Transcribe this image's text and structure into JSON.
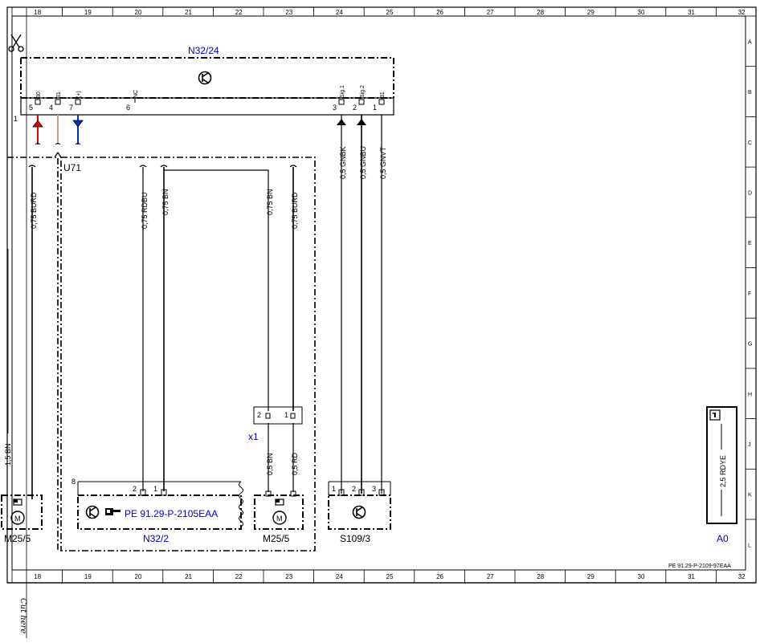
{
  "frame": {
    "columns_top": [
      "18",
      "19",
      "20",
      "21",
      "22",
      "23",
      "24",
      "25",
      "26",
      "27",
      "28",
      "29",
      "30",
      "31",
      "32"
    ],
    "columns_bottom": [
      "18",
      "19",
      "20",
      "21",
      "22",
      "23",
      "24",
      "25",
      "26",
      "27",
      "28",
      "29",
      "30",
      "31",
      "32"
    ],
    "rows": [
      "A",
      "B",
      "C",
      "D",
      "E",
      "F",
      "G",
      "H",
      "J",
      "K",
      "L"
    ],
    "sheet_ref": "PE 91.29-P-2109-97EAA",
    "cut_here": "Cut here"
  },
  "components": {
    "n32_24": {
      "label": "N32/24",
      "pins": [
        {
          "num": "5",
          "signal": "30"
        },
        {
          "num": "4",
          "signal": "31"
        },
        {
          "num": "7",
          "signal": "(+)"
        },
        {
          "num": "6",
          "signal": "NC"
        },
        {
          "num": "3",
          "signal": "Sig.1"
        },
        {
          "num": "2",
          "signal": "Sig.2"
        },
        {
          "num": "1",
          "signal": "31"
        }
      ]
    },
    "u71": {
      "label": "U71"
    },
    "n32_2": {
      "label": "N32/2",
      "ref": "PE 91.29-P-2105EAA",
      "pin_count_mark": "8",
      "pins": [
        "2",
        "1"
      ]
    },
    "m25_5_left": {
      "label": "M25/5"
    },
    "m25_5": {
      "label": "M25/5"
    },
    "x1": {
      "label": "x1",
      "pins": [
        "2",
        "1"
      ]
    },
    "s109_3": {
      "label": "S109/3",
      "pins": [
        "1",
        "2",
        "3"
      ]
    },
    "a0": {
      "label": "A0",
      "wire": "2,5 RDYE"
    }
  },
  "wires": {
    "w_left_burd": "0,75 BURD",
    "w_rdbu": "0,75 RDBU",
    "w_bn_left": "0,75 BN",
    "w_bn_right": "0,75 BN",
    "w_burd_right": "0,75 BURD",
    "w_gnbk": "0,5 GNBK",
    "w_gnbu": "0,5 GNBU",
    "w_gnvt": "0,5 GNVT",
    "w_x1_bn": "0,5 BN",
    "w_x1_rd": "0,5 RD",
    "w_left_cut": "1,5 BN"
  },
  "connection_marker": "1",
  "colors": {
    "wire_red": "#e00000",
    "wire_tan": "#c8a080",
    "wire_blue": "#0033cc",
    "label_blue": "#0000cc",
    "line": "#000000"
  }
}
